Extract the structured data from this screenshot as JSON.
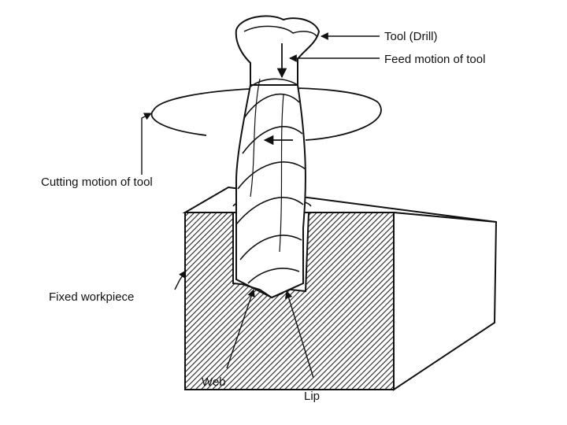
{
  "labels": {
    "tool": "Tool (Drill)",
    "feed": "Feed motion of tool",
    "cutting": "Cutting motion of tool",
    "workpiece": "Fixed workpiece",
    "web": "Web",
    "lip": "Lip"
  },
  "colors": {
    "ink": "#111111",
    "background": "#ffffff"
  }
}
